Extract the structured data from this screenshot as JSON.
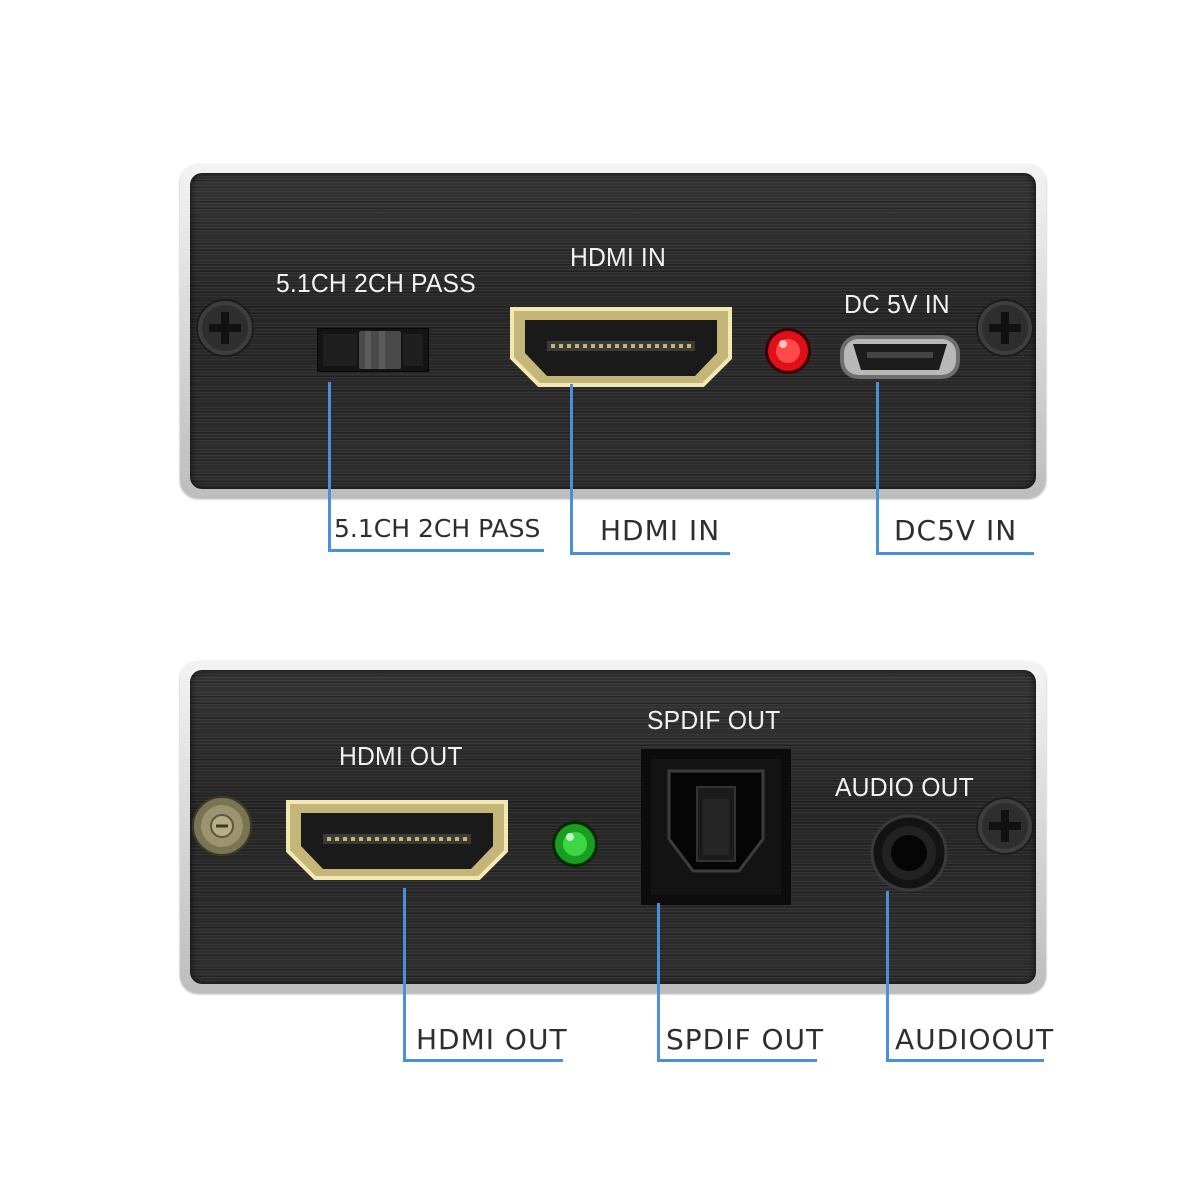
{
  "input_panel": {
    "switch_label": "5.1CH 2CH PASS",
    "hdmi_label": "HDMI IN",
    "power_label": "DC 5V IN"
  },
  "output_panel": {
    "hdmi_label": "HDMI OUT",
    "spdif_label": "SPDIF OUT",
    "audio_label": "AUDIO OUT"
  },
  "callouts": {
    "switch": "5.1CH 2CH PASS",
    "hdmi_in": "HDMI IN",
    "dc_in": "DC5V IN",
    "hdmi_out": "HDMI OUT",
    "spdif_out": "SPDIF OUT",
    "audio_out": "AUDIOOUT"
  },
  "colors": {
    "callout_line": "#4a90d9",
    "led_power": "#e0101a",
    "led_output": "#25c22e",
    "port_gold": "#e6d88e"
  },
  "icons": [
    "screw-icon",
    "hdmi-port-icon",
    "micro-usb-port-icon",
    "toslink-port-icon",
    "audio-jack-icon",
    "switch-icon",
    "led-icon",
    "dip-dial-icon"
  ]
}
